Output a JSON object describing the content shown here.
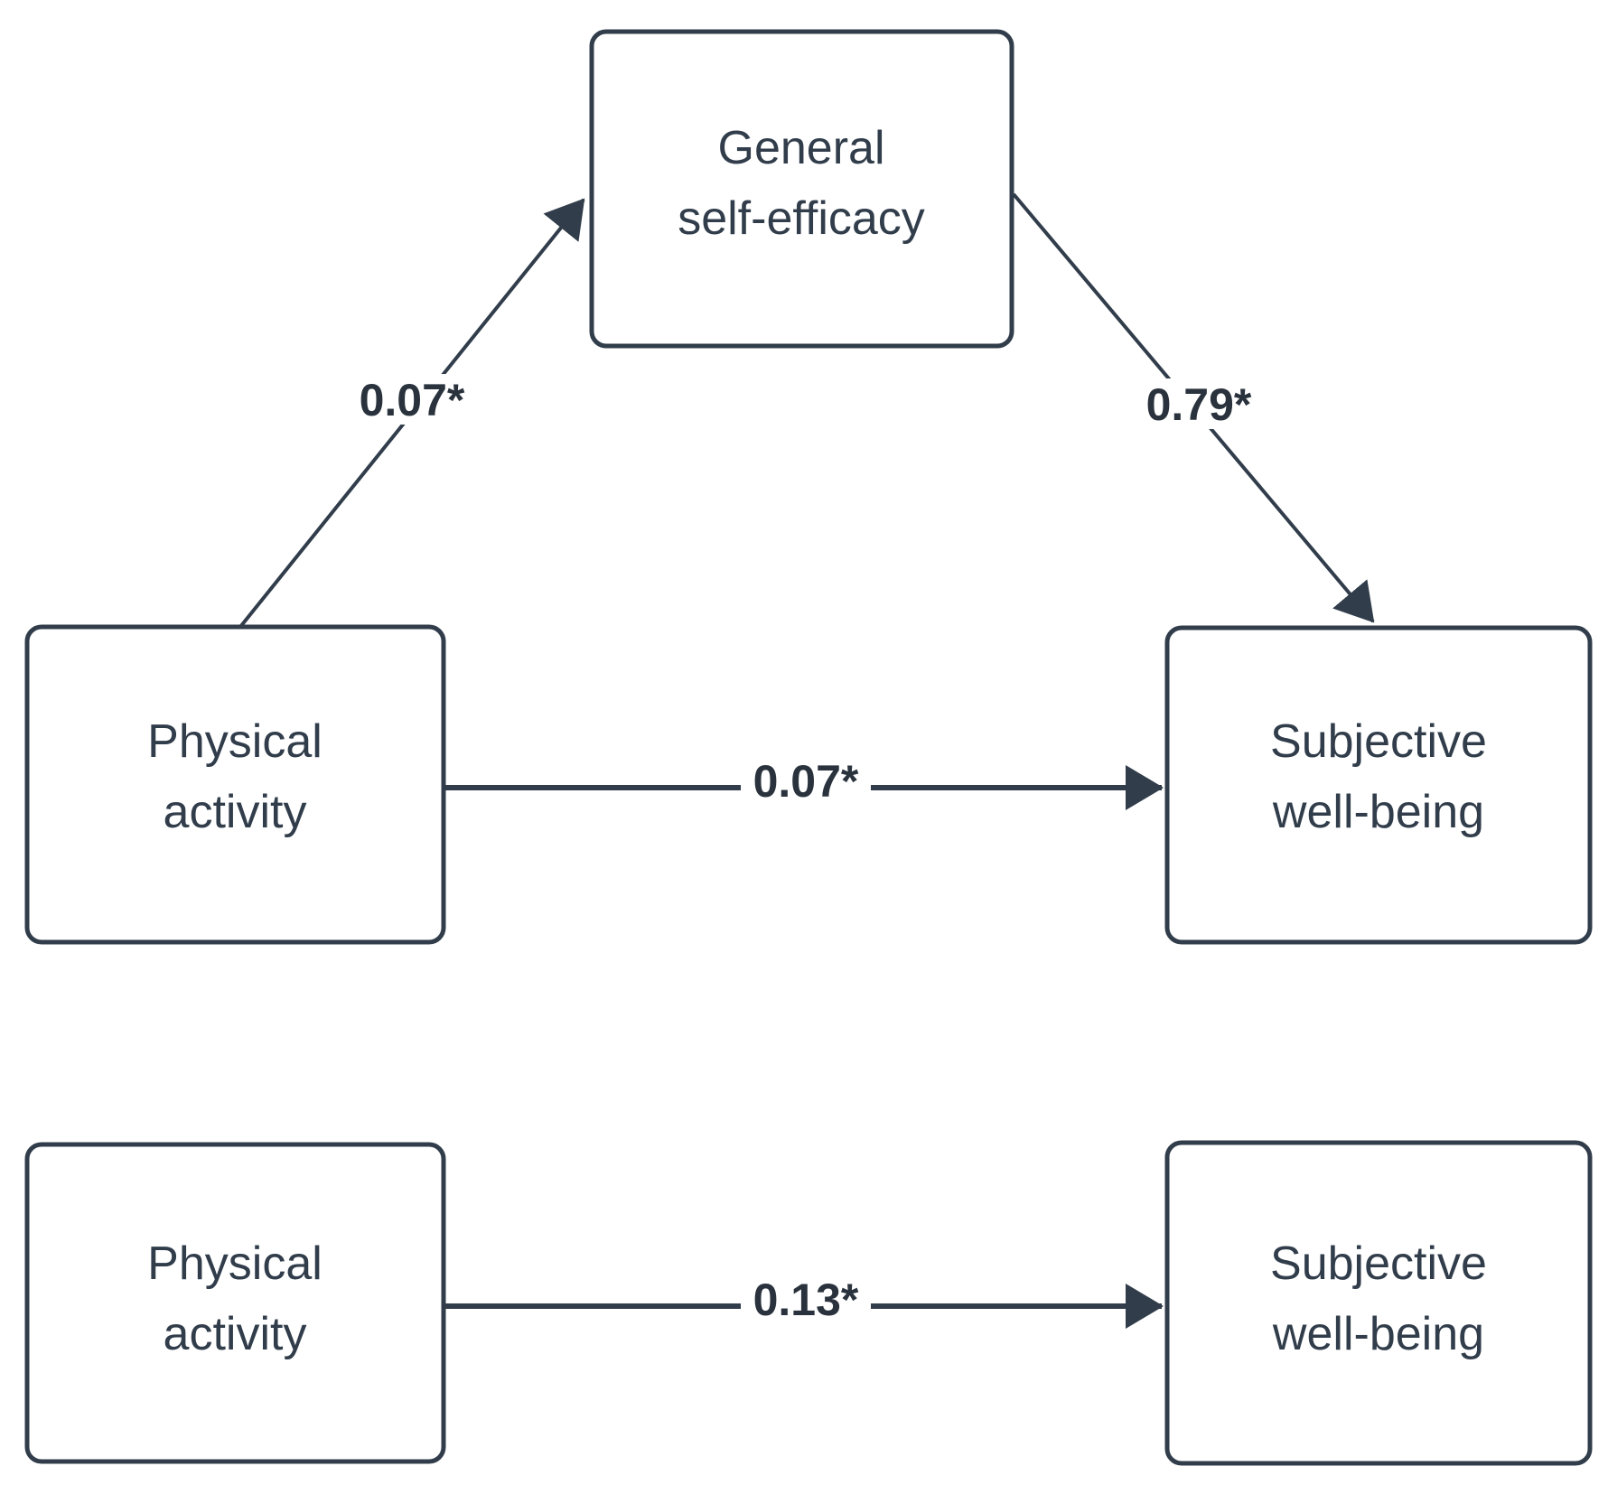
{
  "colors": {
    "ink": "#313d4b",
    "background": "#ffffff"
  },
  "mediation_model": {
    "mediator": {
      "line1": "General",
      "line2": "self-efficacy"
    },
    "predictor": {
      "line1": "Physical",
      "line2": "activity"
    },
    "outcome": {
      "line1": "Subjective",
      "line2": "well-being"
    },
    "path_predictor_to_mediator": {
      "label": "0.07*"
    },
    "path_mediator_to_outcome": {
      "label": "0.79*"
    },
    "path_direct_effect": {
      "label": "0.07*"
    }
  },
  "total_effect_model": {
    "predictor": {
      "line1": "Physical",
      "line2": "activity"
    },
    "outcome": {
      "line1": "Subjective",
      "line2": "well-being"
    },
    "path_total_effect": {
      "label": "0.13*"
    }
  }
}
